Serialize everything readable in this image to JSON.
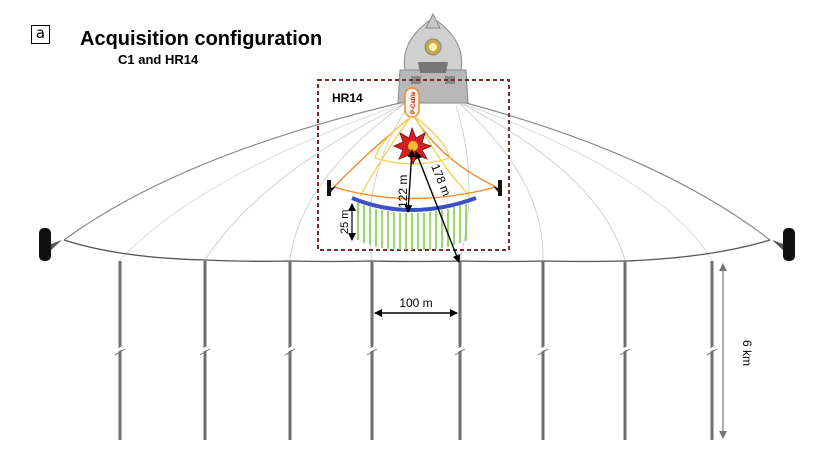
{
  "panel": {
    "letter": "a",
    "title": "Acquisition configuration",
    "subtitle": "C1 and HR14"
  },
  "box": {
    "label": "HR14"
  },
  "cable": {
    "label": "P-Cable"
  },
  "dims": {
    "spacing": "100 m",
    "depth": "6 km",
    "vertical": "25 m",
    "offset_near": "122 m",
    "offset_far": "178 m"
  },
  "colors": {
    "box": "#7a2a2a",
    "streamer_blue": "#3a4fc8",
    "hydrophone_green": "#7cd04a",
    "source_red": "#d42020",
    "orange_line": "#f08a2e",
    "yellow_line": "#f3d35a",
    "cable_grey": "#6e6e6e"
  },
  "icons": [
    "vessel-icon",
    "explosion-source-icon",
    "paravane-icon",
    "tail-buoy-icon",
    "break-mark-icon"
  ]
}
